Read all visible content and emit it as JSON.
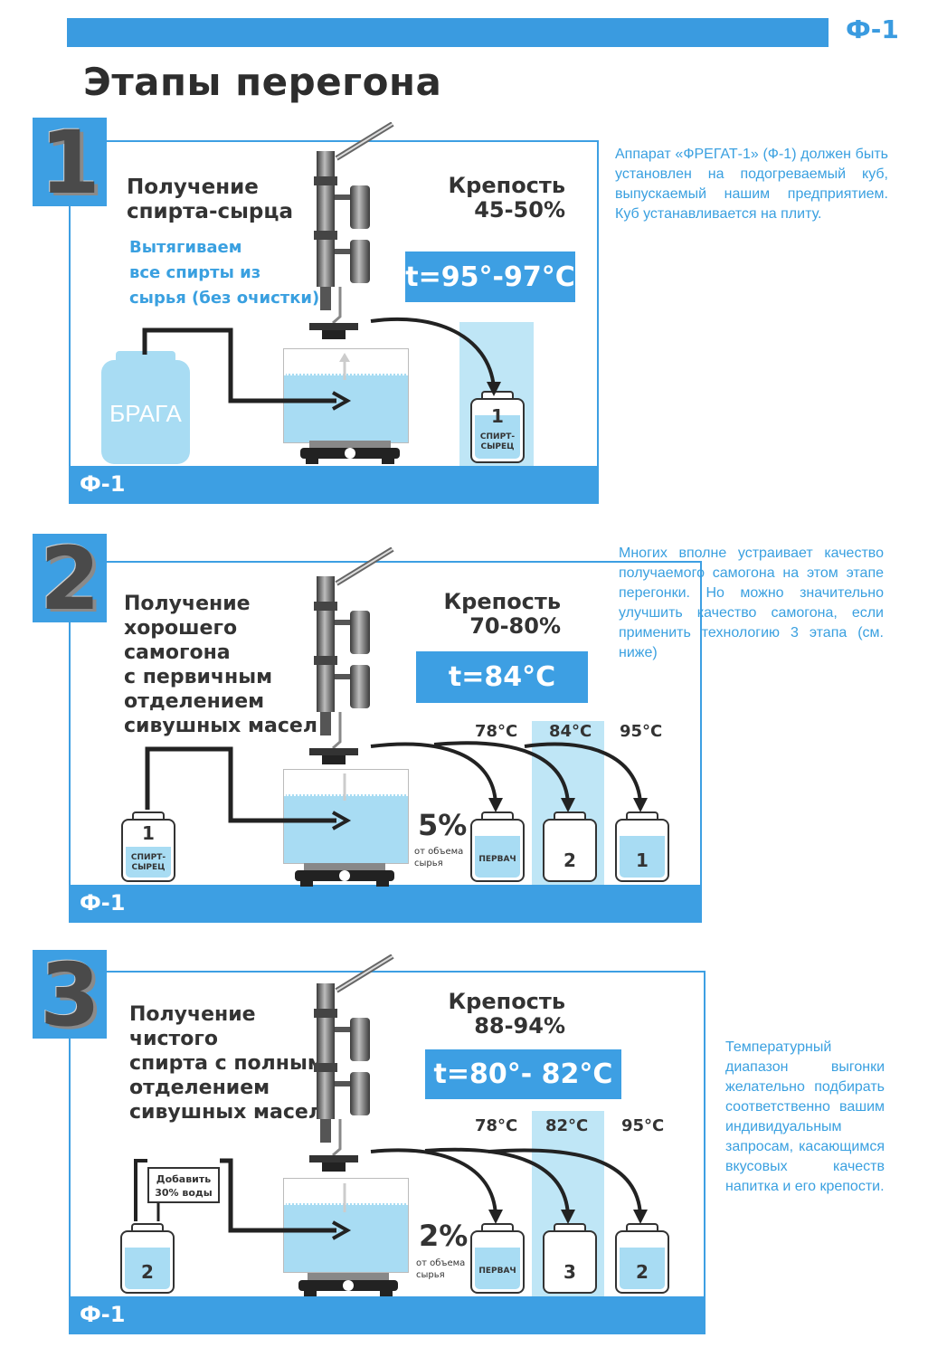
{
  "header": {
    "code": "Ф-1",
    "title": "Этапы перегона"
  },
  "colors": {
    "accent": "#3d9fe3",
    "light": "#a8dcf3",
    "text_blue": "#3aa0e0"
  },
  "stages": [
    {
      "number": "1",
      "heading": "Получение\nспирта-сырца",
      "subtext": "Вытягиваем\nвсе спирты из\nсырья (без очистки)",
      "strength": "Крепость\n45-50%",
      "temperature": "t=95°-97°C",
      "footer": "Ф-1",
      "source": "БРАГА",
      "jars": [
        {
          "number": "1",
          "label": "СПИРТ-\nСЫРЕЦ"
        }
      ],
      "note": "Аппарат «ФРЕГАТ-1» (Ф-1) должен быть установлен на подогреваемый куб, выпускаемый нашим предприятием. Куб устанавливается на плиту."
    },
    {
      "number": "2",
      "heading": "Получение\nхорошего\nсамогона\nс первичным\nотделением\nсивушных масел",
      "strength": "Крепость\n70-80%",
      "temperature": "t=84°C",
      "footer": "Ф-1",
      "source_jar": {
        "number": "1",
        "label": "СПИРТ-\nСЫРЕЦ"
      },
      "percent": "5%",
      "percent_note": "от объема\nсырья",
      "temps": [
        "78°C",
        "84°C",
        "95°C"
      ],
      "jars": [
        {
          "label": "ПЕРВАЧ"
        },
        {
          "number": "2"
        },
        {
          "number": "1"
        }
      ],
      "note": "Многих вполне устраивает качество получаемого самогона на этом этапе перегонки. Но можно значительно улучшить качество самогона, если применить технологию 3 этапа (см. ниже)"
    },
    {
      "number": "3",
      "heading": "Получение\nчистого\nспирта с полным\nотделением\nсивушных масел",
      "strength": "Крепость\n88-94%",
      "temperature": "t=80°- 82°C",
      "footer": "Ф-1",
      "source_jar": {
        "number": "2"
      },
      "add_water": "Добавить\n30% воды",
      "percent": "2%",
      "percent_note": "от объема\nсырья",
      "temps": [
        "78°C",
        "82°C",
        "95°C"
      ],
      "jars": [
        {
          "label": "ПЕРВАЧ"
        },
        {
          "number": "3"
        },
        {
          "number": "2"
        }
      ],
      "note": "Температурный диапазон выгонки желательно подбирать соответственно вашим индивидуальным запросам, касающимся вкусовых качеств напитка и его крепости."
    }
  ]
}
